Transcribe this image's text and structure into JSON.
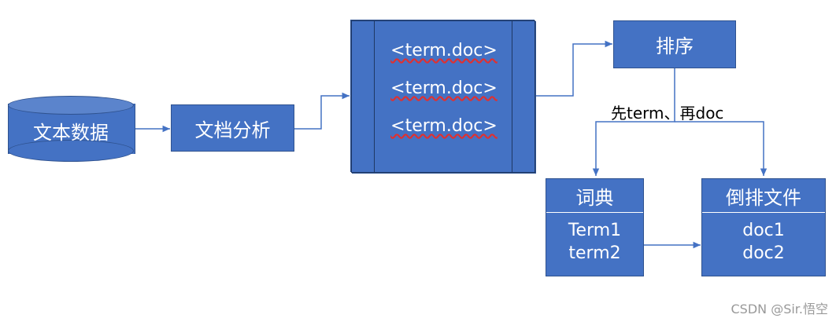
{
  "nodes": {
    "text_data": "文本数据",
    "doc_analysis": "文档分析",
    "postings": [
      "<term.doc>",
      "<term.doc>",
      "<term.doc>"
    ],
    "sort": "排序",
    "dictionary": {
      "title": "词典",
      "items": [
        "Term1",
        "term2"
      ]
    },
    "inverted_file": {
      "title": "倒排文件",
      "items": [
        "doc1",
        "doc2"
      ]
    }
  },
  "edge_label": "先term、再doc",
  "watermark": "CSDN @Sir.悟空",
  "colors": {
    "box_fill": "#4472c4",
    "box_border": "#2f528f",
    "arrow": "#4472c4",
    "watermark": "#999999"
  }
}
